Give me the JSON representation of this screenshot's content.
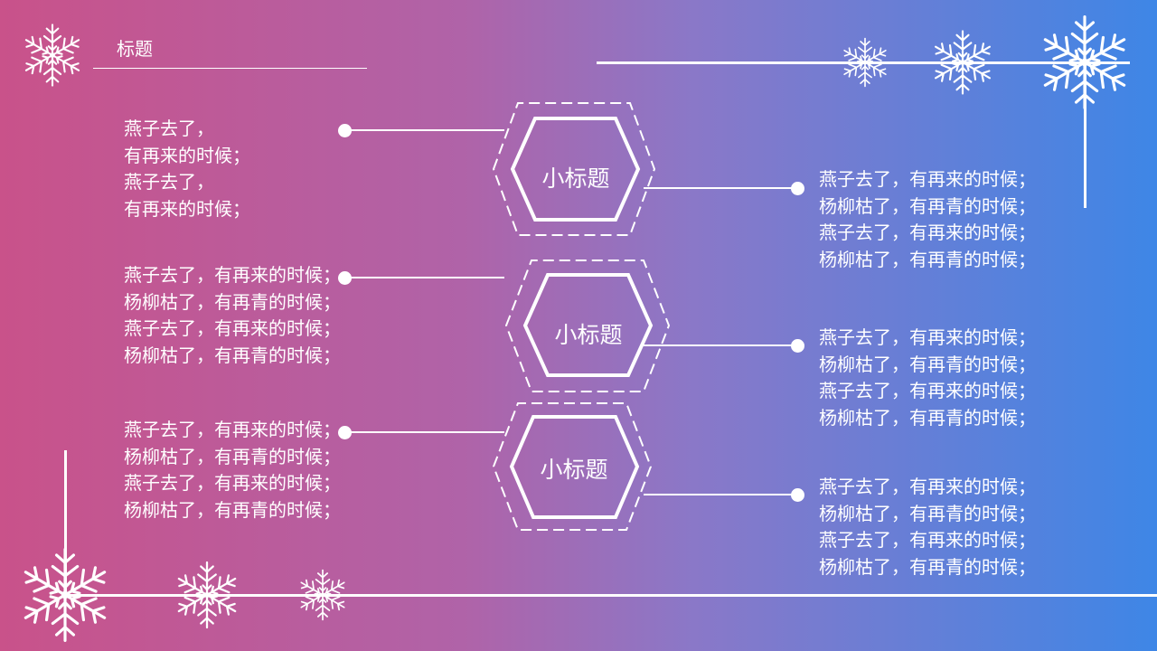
{
  "title": "标题",
  "hexagons": [
    {
      "label": "小标题"
    },
    {
      "label": "小标题"
    },
    {
      "label": "小标题"
    }
  ],
  "left_blocks": [
    {
      "text": "燕子去了，\n有再来的时候；\n燕子去了，\n有再来的时候；"
    },
    {
      "text": "燕子去了，有再来的时候；\n杨柳枯了，有再青的时候；\n燕子去了，有再来的时候；\n杨柳枯了，有再青的时候；"
    },
    {
      "text": "燕子去了，有再来的时候；\n杨柳枯了，有再青的时候；\n燕子去了，有再来的时候；\n杨柳枯了，有再青的时候；"
    }
  ],
  "right_blocks": [
    {
      "text": "燕子去了，有再来的时候；\n杨柳枯了，有再青的时候；\n燕子去了，有再来的时候；\n杨柳枯了，有再青的时候；"
    },
    {
      "text": "燕子去了，有再来的时候；\n杨柳枯了，有再青的时候；\n燕子去了，有再来的时候；\n杨柳枯了，有再青的时候；"
    },
    {
      "text": "燕子去了，有再来的时候；\n杨柳枯了，有再青的时候；\n燕子去了，有再来的时候；\n杨柳枯了，有再青的时候；"
    }
  ],
  "colors": {
    "gradient_left": "#c9528a",
    "gradient_right": "#3e86e6",
    "foreground": "#ffffff"
  }
}
